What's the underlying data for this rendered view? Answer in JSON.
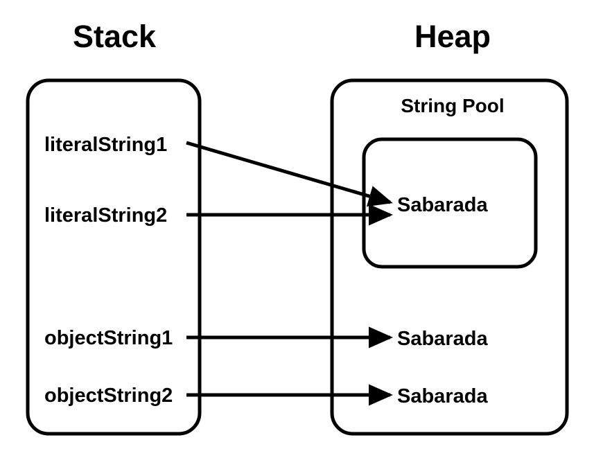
{
  "diagram": {
    "title_stack": "Stack",
    "title_heap": "Heap",
    "pool_title": "String Pool",
    "stack_variables": [
      {
        "label": "literalString1"
      },
      {
        "label": "literalString2"
      },
      {
        "label": "objectString1"
      },
      {
        "label": "objectString2"
      }
    ],
    "heap_values": [
      {
        "label": "Sabarada",
        "location": "string-pool"
      },
      {
        "label": "Sabarada",
        "location": "heap"
      },
      {
        "label": "Sabarada",
        "location": "heap"
      }
    ],
    "references": [
      {
        "from": "literalString1",
        "to": "pooled-sabarada",
        "style": "diagonal"
      },
      {
        "from": "literalString2",
        "to": "pooled-sabarada",
        "style": "straight"
      },
      {
        "from": "objectString1",
        "to": "heap-sabarada-1",
        "style": "straight"
      },
      {
        "from": "objectString2",
        "to": "heap-sabarada-2",
        "style": "straight"
      }
    ],
    "colors": {
      "stroke": "#000000",
      "background": "#ffffff",
      "text": "#000000"
    }
  }
}
